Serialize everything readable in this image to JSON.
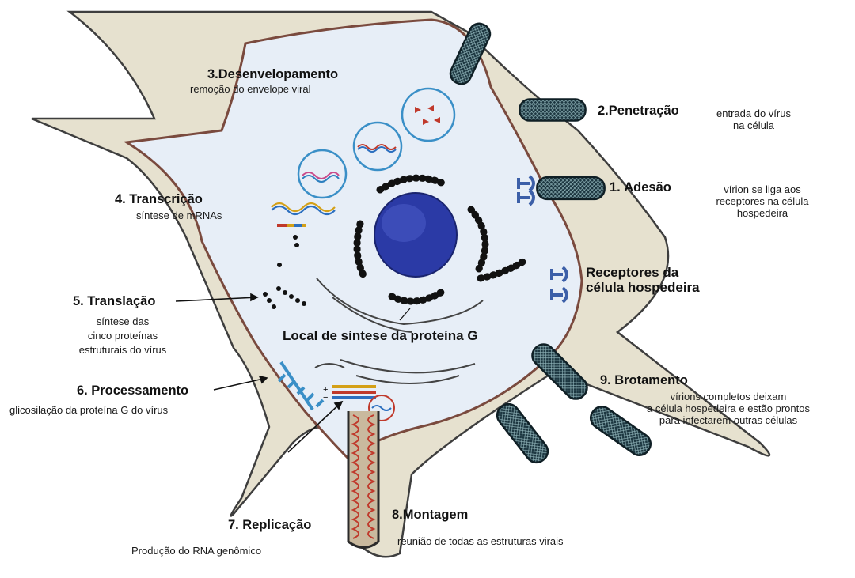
{
  "colors": {
    "background": "#ffffff",
    "outer_cell": "#e6e1cf",
    "cytoplasm": "#e7eef7",
    "membrane": "#7a4a3e",
    "nucleus": "#2b3aa6",
    "vesicle_ring": "#3a8fc7",
    "virion": "#1c3640",
    "receptor": "#3c5fa8"
  },
  "icons": {
    "virion": "virion-icon",
    "receptor": "receptor-icon",
    "nucleus": "nucleus-icon",
    "vesicle": "vesicle-icon"
  },
  "steps": [
    {
      "number": "1.",
      "title": "Adesão",
      "description": [
        "vírion se liga aos",
        "receptores na célula",
        "hospedeira"
      ]
    },
    {
      "number": "2.",
      "title": "Penetração",
      "description": [
        "entrada do vírus",
        "na célula"
      ]
    },
    {
      "number": "3.",
      "title": "Desenvelopamento",
      "description": [
        "remoção do envelope viral"
      ]
    },
    {
      "number": "4.",
      "title": "Transcrição",
      "description": [
        "síntese de mRNAs"
      ]
    },
    {
      "number": "5.",
      "title": "Translação",
      "description": [
        "síntese das",
        "cinco proteínas",
        "estruturais do vírus"
      ]
    },
    {
      "number": "6.",
      "title": "Processamento",
      "description": [
        "glicosilação da proteína G do vírus"
      ]
    },
    {
      "number": "7.",
      "title": "Replicação",
      "description": [
        "Produção do RNA genômico"
      ]
    },
    {
      "number": "8.",
      "title": "Montagem",
      "description": [
        "reunião de todas as estruturas virais"
      ]
    },
    {
      "number": "9.",
      "title": "Brotamento",
      "description": [
        "vírions completos deixam",
        "a célula hospedeira e estão prontos",
        "para infectarem outras células"
      ]
    }
  ],
  "labels": {
    "receptors": [
      "Receptores da",
      "célula hospedeira"
    ],
    "synthesis_site": "Local de síntese da proteína G"
  }
}
